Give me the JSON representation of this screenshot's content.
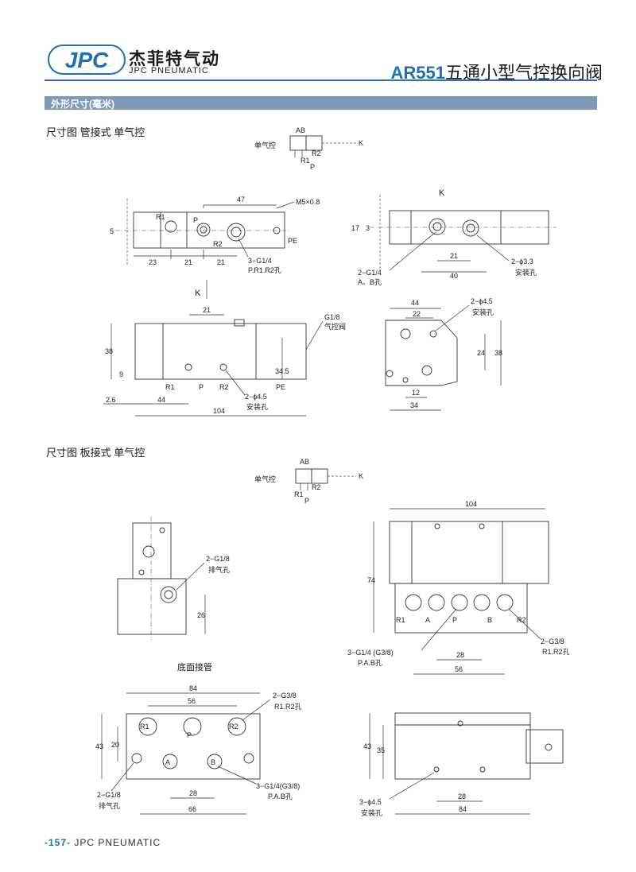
{
  "header": {
    "logo_text": "JPC",
    "brand_cn": "杰菲特气动",
    "brand_en": "JPC PNEUMATIC",
    "product_code": "AR551",
    "product_name": "五通小型气控换向阀",
    "colors": {
      "brand_blue": "#1f6fb5",
      "bar_gray": "#7f9ab8"
    }
  },
  "section": {
    "title": "外形尺寸(毫米)"
  },
  "pipe_type": {
    "heading": "尺寸图 管接式 单气控",
    "symbol": {
      "ab": "AB",
      "k": "K",
      "r1": "R1",
      "r2": "R2",
      "p": "P",
      "label": "单气控"
    },
    "side": {
      "d47": "47",
      "m5": "M5×0.8",
      "d5": "5",
      "r1": "R1",
      "p": "P",
      "r2": "R2",
      "pe": "PE",
      "d23": "23",
      "d21a": "21",
      "d21b": "21",
      "ports": "3−G1/4",
      "ports_desc": "P.R1.R2孔"
    },
    "end": {
      "k": "K",
      "d17": "17",
      "d3": "3",
      "d21": "21",
      "d40": "40",
      "ports": "2−G1/4",
      "ports_desc": "A、B孔",
      "holes": "2−ϕ3.3",
      "holes_desc": "安装孔"
    },
    "front": {
      "k": "K",
      "d21": "21",
      "g18": "G1/8",
      "g18_desc": "气控阀",
      "d38": "38",
      "d9": "9",
      "d345": "34.5",
      "r1": "R1",
      "p": "P",
      "r2": "R2",
      "pe": "PE",
      "holes": "2−ϕ4.5",
      "holes_desc": "安装孔",
      "d26": "2.6",
      "d44": "44",
      "d104": "104"
    },
    "plate": {
      "d44": "44",
      "d22": "22",
      "holes": "2−ϕ4.5",
      "holes_desc": "安装孔",
      "d24": "24",
      "d38": "38",
      "d12": "12",
      "d34": "34"
    }
  },
  "plate_type": {
    "heading": "尺寸图 板接式 单气控",
    "symbol": {
      "ab": "AB",
      "k": "K",
      "r1": "R1",
      "r2": "R2",
      "p": "P",
      "label": "单气控"
    },
    "end": {
      "exhaust": "2−G1/8",
      "exhaust_desc": "排气孔",
      "d26": "26"
    },
    "front": {
      "d104": "104",
      "d74": "74",
      "r1": "R1",
      "a": "A",
      "p": "P",
      "b": "B",
      "r2": "R2",
      "g38": "2−G3/8",
      "g38_desc": "R1.R2孔",
      "ports": "3−G1/4 (G3/8)",
      "ports_desc": "P.A.B孔",
      "d28": "28",
      "d56": "56"
    },
    "base_title": "底面接管",
    "base": {
      "d84": "84",
      "d56": "56",
      "g38": "2−G3/8",
      "g38_desc": "R1.R2孔",
      "d43": "43",
      "d20": "20",
      "r1": "R1",
      "p": "P",
      "r2": "R2",
      "a": "A",
      "b": "B",
      "ports": "3−G1/4(G3/8)",
      "ports_desc": "P.A.B孔",
      "exhaust": "2−G1/8",
      "exhaust_desc": "排气孔",
      "d28": "28",
      "d66": "66"
    },
    "base_side": {
      "d43": "43",
      "d35": "35",
      "holes": "3−ϕ4.5",
      "holes_desc": "安装孔",
      "d28": "28",
      "d84": "84"
    }
  },
  "footer": {
    "page": "-157-",
    "brand": "JPC PNEUMATIC"
  }
}
